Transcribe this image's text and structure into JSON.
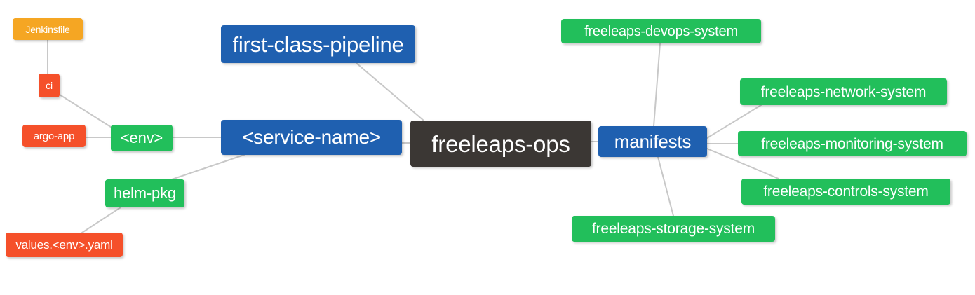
{
  "diagram": {
    "type": "mindmap",
    "root": "freeleaps-ops",
    "background": "#ffffff",
    "edge_color": "#c8c8c8",
    "palette": {
      "root": "#3B3734",
      "blue": "#1F60B0",
      "green": "#22BF5B",
      "red": "#F5502A",
      "orange": "#F5A623",
      "text": "#ffffff"
    },
    "nodes": [
      {
        "id": "jenkinsfile",
        "label": "Jenkinsfile",
        "color": "#F5A623"
      },
      {
        "id": "ci",
        "label": "ci",
        "color": "#F5502A"
      },
      {
        "id": "argo-app",
        "label": "argo-app",
        "color": "#F5502A"
      },
      {
        "id": "values-yaml",
        "label": "values.<env>.yaml",
        "color": "#F5502A"
      },
      {
        "id": "env",
        "label": "<env>",
        "color": "#22BF5B"
      },
      {
        "id": "helm-pkg",
        "label": "helm-pkg",
        "color": "#22BF5B"
      },
      {
        "id": "pipeline",
        "label": "first-class-pipeline",
        "color": "#1F60B0"
      },
      {
        "id": "service-name",
        "label": "<service-name>",
        "color": "#1F60B0"
      },
      {
        "id": "ops",
        "label": "freeleaps-ops",
        "color": "#3B3734"
      },
      {
        "id": "manifests",
        "label": "manifests",
        "color": "#1F60B0"
      },
      {
        "id": "devops",
        "label": "freeleaps-devops-system",
        "color": "#22BF5B"
      },
      {
        "id": "network",
        "label": "freeleaps-network-system",
        "color": "#22BF5B"
      },
      {
        "id": "monitoring",
        "label": "freeleaps-monitoring-system",
        "color": "#22BF5B"
      },
      {
        "id": "controls",
        "label": "freeleaps-controls-system",
        "color": "#22BF5B"
      },
      {
        "id": "storage",
        "label": "freeleaps-storage-system",
        "color": "#22BF5B"
      }
    ],
    "edges": [
      {
        "from": "jenkinsfile",
        "to": "ci"
      },
      {
        "from": "ci",
        "to": "env"
      },
      {
        "from": "argo-app",
        "to": "env"
      },
      {
        "from": "env",
        "to": "service-name"
      },
      {
        "from": "values-yaml",
        "to": "helm-pkg"
      },
      {
        "from": "helm-pkg",
        "to": "service-name"
      },
      {
        "from": "pipeline",
        "to": "ops"
      },
      {
        "from": "service-name",
        "to": "ops"
      },
      {
        "from": "ops",
        "to": "manifests"
      },
      {
        "from": "manifests",
        "to": "devops"
      },
      {
        "from": "manifests",
        "to": "network"
      },
      {
        "from": "manifests",
        "to": "monitoring"
      },
      {
        "from": "manifests",
        "to": "controls"
      },
      {
        "from": "manifests",
        "to": "storage"
      }
    ]
  }
}
